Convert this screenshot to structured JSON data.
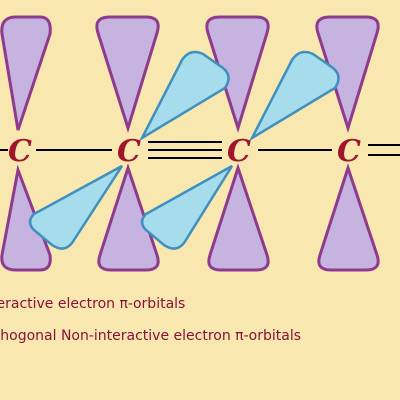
{
  "diagram": {
    "atom_label": "C",
    "colors": {
      "background": "#f8e8b0",
      "interactive_orbital_fill": "#a7dcec",
      "interactive_orbital_stroke": "#3f8fbf",
      "orthogonal_orbital_fill": "#c7b3e0",
      "orthogonal_orbital_stroke": "#8e3b8e",
      "atom_label": "#a0152e",
      "bond": "#000000",
      "caption_text": "#8b0f3a"
    },
    "bonds": [
      "single",
      "triple",
      "single",
      "double"
    ]
  },
  "captions": {
    "interactive": "Interactive electron π-orbitals",
    "orthogonal": "Orthogonal Non-interactive electron π-orbitals"
  }
}
